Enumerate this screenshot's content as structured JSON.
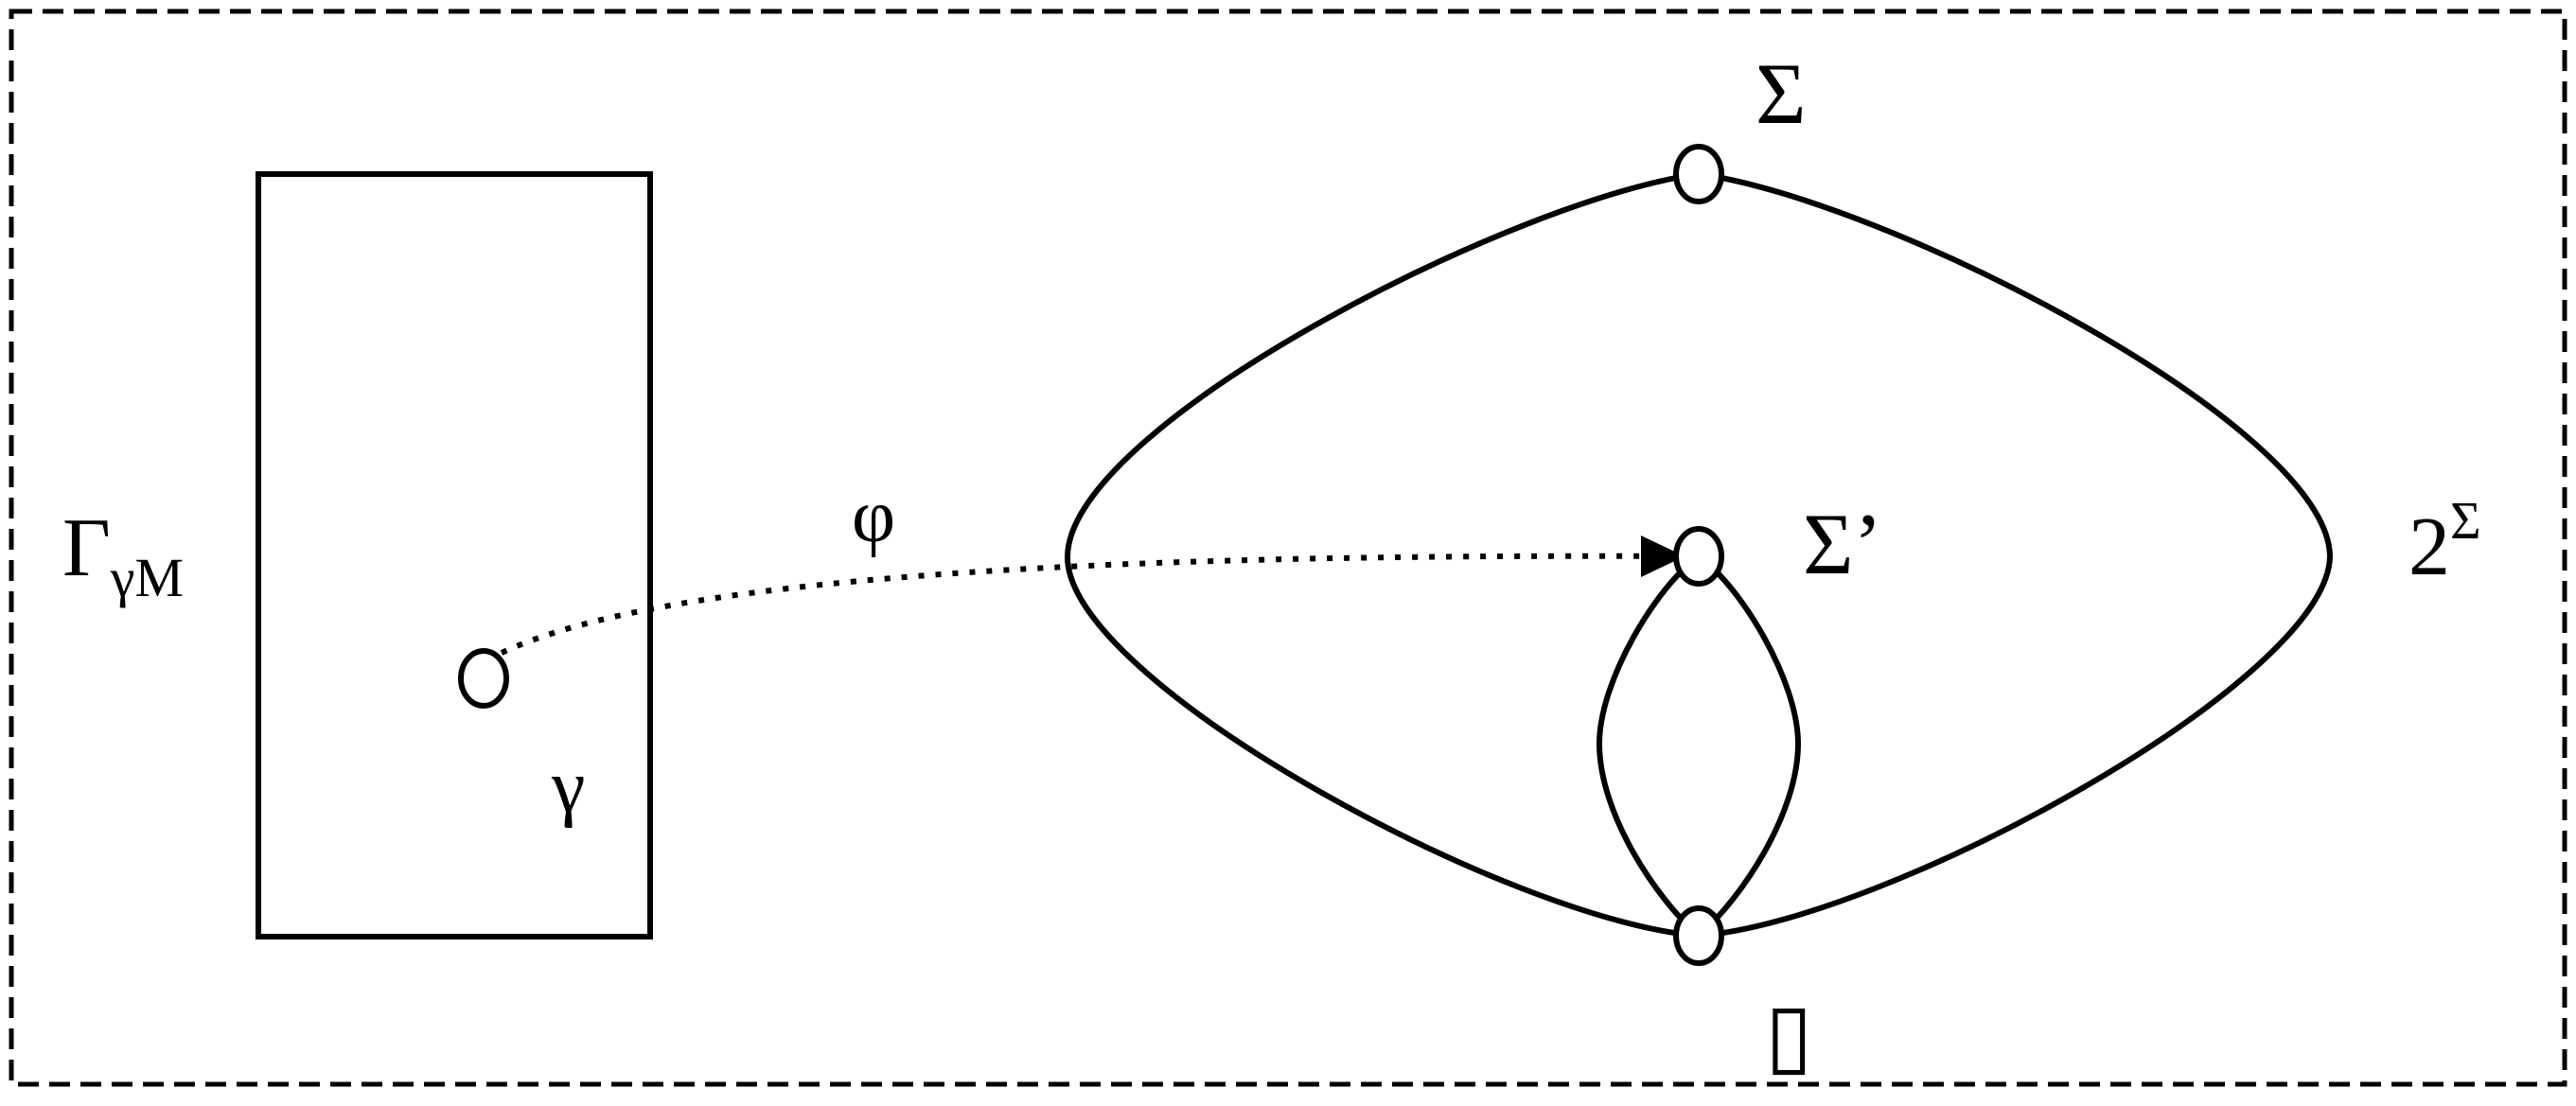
{
  "diagram": {
    "left_set": {
      "symbol": "Γ",
      "subscript": "γM"
    },
    "element": {
      "label": "γ"
    },
    "mapping": {
      "label": "φ"
    },
    "power_set": {
      "base": "2",
      "superscript": "Σ"
    },
    "nodes": {
      "top": {
        "label": "Σ"
      },
      "middle": {
        "label": "Σ’"
      },
      "bottom": {
        "label": "▯"
      }
    },
    "colors": {
      "stroke": "#000000",
      "background": "#ffffff"
    }
  }
}
